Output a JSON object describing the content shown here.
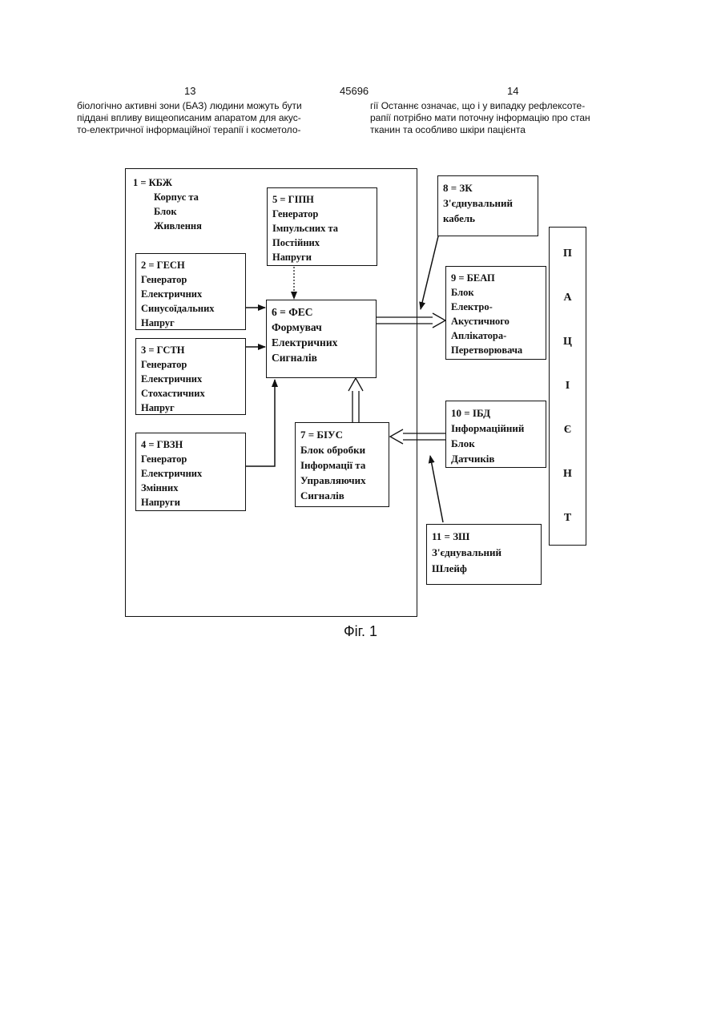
{
  "header": {
    "page_left": "13",
    "page_center": "45696",
    "page_right": "14"
  },
  "text_left": [
    "біологічно активні зони (БАЗ) людини можуть бути",
    "піддані впливу вищеописаним апаратом для акус-",
    "то-електричної інформаційної терапії і косметоло-"
  ],
  "text_right": [
    "гії  Останнє означає, що і у випадку рефлексоте-",
    "рапії потрібно мати поточну інформацію про стан",
    "тканин та особливо шкіри пацієнта"
  ],
  "blocks": {
    "b1": [
      "1 = КБЖ",
      "Корпус та",
      "Блок",
      "Живлення"
    ],
    "b2": [
      "2 = ГЕСН",
      "Генератор",
      "Електричних",
      "Синусоїдальних",
      "Напруг"
    ],
    "b3": [
      "3 = ГСТН",
      "Генератор",
      "Електричних",
      "Стохастичних",
      "Напруг"
    ],
    "b4": [
      "4 = ГВЗН",
      "Генератор",
      "Електричних",
      "Змінних",
      "Напруги"
    ],
    "b5": [
      "5 = ГІПН",
      "Генератор",
      "Імпульсних та",
      "Постійних",
      "Напруги"
    ],
    "b6": [
      "6 = ФЕС",
      "Формувач",
      "Електричних",
      "Сигналів"
    ],
    "b7": [
      "7 = БІУС",
      "Блок обробки",
      "Інформації та",
      "Управляючих",
      "Сигналів"
    ],
    "b8": [
      "8 = ЗК",
      "З'єднувальний",
      "кабель"
    ],
    "b9": [
      "9 = БЕАП",
      "Блок",
      "Електро-",
      "Акустичного",
      "Аплікатора-",
      "Перетворювача"
    ],
    "b10": [
      "10 = ІБД",
      "Інформаційний",
      "Блок",
      "Датчиків"
    ],
    "b11": [
      "11 =  ЗШ",
      "З'єднувальний",
      "Шлейф"
    ]
  },
  "patient_letters": [
    "П",
    "А",
    "Ц",
    "І",
    "Є",
    "Н",
    "Т"
  ],
  "caption": "Фіг. 1"
}
